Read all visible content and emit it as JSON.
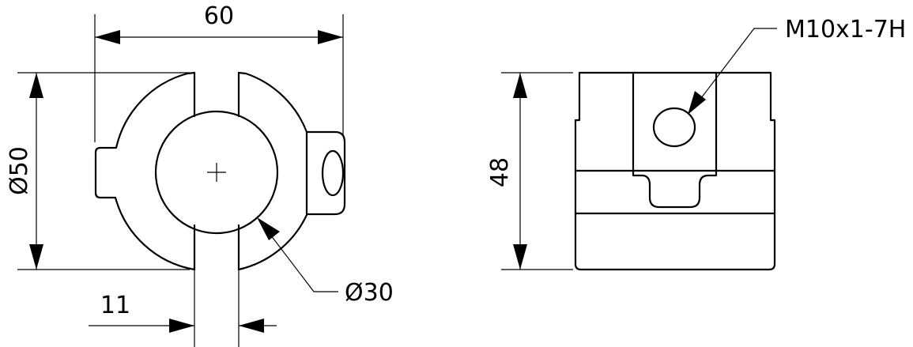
{
  "front_view": {
    "width_dim": "60",
    "outer_diameter_dim": "Ø50",
    "inner_diameter_dim": "Ø30",
    "slot_width_dim": "11"
  },
  "side_view": {
    "height_dim": "48",
    "thread_dim": "M10x1-7H"
  }
}
